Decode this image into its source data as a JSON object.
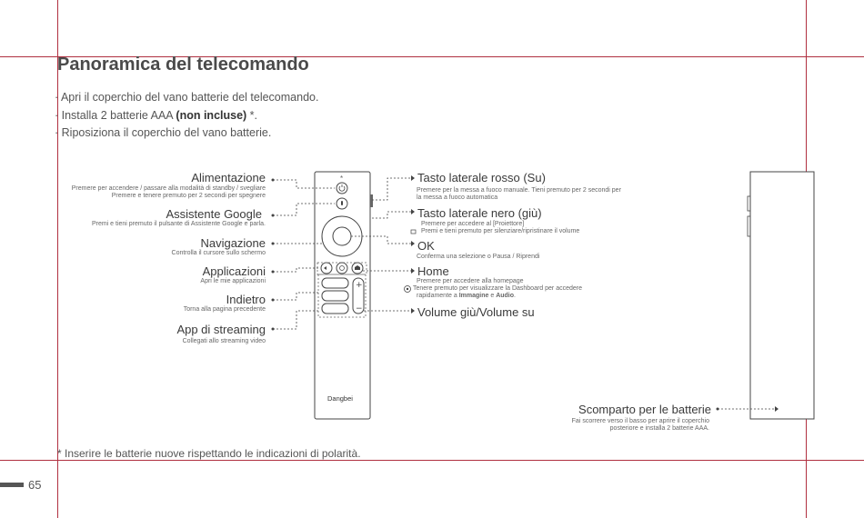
{
  "title": "Panoramica del telecomando",
  "bullets": [
    {
      "pre": "· Apri il coperchio del vano batterie del telecomando.",
      "bold": "",
      "post": ""
    },
    {
      "pre": "· Installa 2 batterie AAA ",
      "bold": "(non incluse)",
      "post": " *."
    },
    {
      "pre": "· Riposiziona il coperchio del vano batterie.",
      "bold": "",
      "post": ""
    }
  ],
  "left_labels": [
    {
      "label": "Alimentazione",
      "desc": "Premere per accendere / passare alla modalità di standby / svegliare",
      "desc2": "Premere e tenere premuto per 2 secondi per spegnere"
    },
    {
      "label": "Assistente Google",
      "desc": "Premi e tieni premuto il pulsante di Assistente Google e parla.",
      "desc2": ""
    },
    {
      "label": "Navigazione",
      "desc": "Controlla il cursore sullo schermo",
      "desc2": ""
    },
    {
      "label": "Applicazioni",
      "desc": "Apri le mie applicazioni",
      "desc2": ""
    },
    {
      "label": "Indietro",
      "desc": "Torna alla pagina precedente",
      "desc2": ""
    },
    {
      "label": "App di streaming",
      "desc": "Collegati allo streaming video",
      "desc2": ""
    }
  ],
  "right_labels": [
    {
      "label": "Tasto laterale rosso (Su)",
      "desc": "Premere per la messa a fuoco manuale. Tieni premuto per 2 secondi per",
      "desc2": "la messa a fuoco automatica"
    },
    {
      "label": "Tasto laterale nero (giù)",
      "desc": "Premere per accedere al [Proiettore]",
      "desc2": "Premi e tieni premuto per silenziare/ripristinare il volume"
    },
    {
      "label": "OK",
      "desc": "Conferma una selezione o Pausa / Riprendi",
      "desc2": ""
    },
    {
      "label": "Home",
      "desc": "Premere per accedere alla homepage",
      "desc2": "Tenere premuto per visualizzare la Dashboard per accedere",
      "desc3_pre": "rapidamente a ",
      "desc3_b1": "Immagine",
      "desc3_mid": " e ",
      "desc3_b2": "Audio",
      "desc3_post": "."
    },
    {
      "label": "Volume giù/Volume su",
      "desc": "",
      "desc2": ""
    }
  ],
  "battery": {
    "label": "Scomparto per le batterie",
    "desc": "Fai scorrere verso il basso per aprire il coperchio",
    "desc2": "posteriore e installa 2 batterie AAA."
  },
  "remote": {
    "brand": "Dangbei",
    "asterisk": "*"
  },
  "footnote": "* Inserire le batterie nuove rispettando le indicazioni di polarità.",
  "page_number": "65",
  "colors": {
    "crop_marks": "#b03040",
    "text": "#3a3a3a",
    "line": "#444444"
  }
}
